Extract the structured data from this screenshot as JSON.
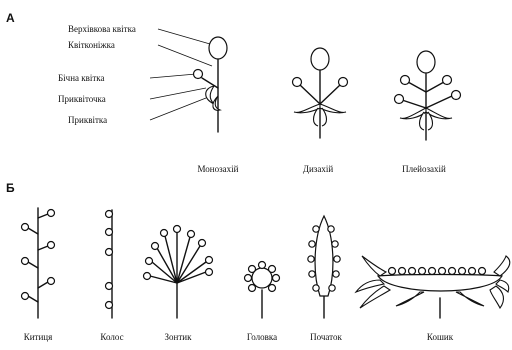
{
  "sections": {
    "a": "А",
    "b": "Б"
  },
  "labels": {
    "top_flower": "Верхівкова квітка",
    "pedicel": "Квітконіжка",
    "side_flower": "Бічна квітка",
    "bracteole": "Приквіточка",
    "bract": "Приквітка"
  },
  "types_a": [
    "Монозахій",
    "Дизахій",
    "Плейозахій"
  ],
  "types_b": [
    "Китиця",
    "Колос",
    "Зонтик",
    "Головка",
    "Початок",
    "Кошик"
  ]
}
